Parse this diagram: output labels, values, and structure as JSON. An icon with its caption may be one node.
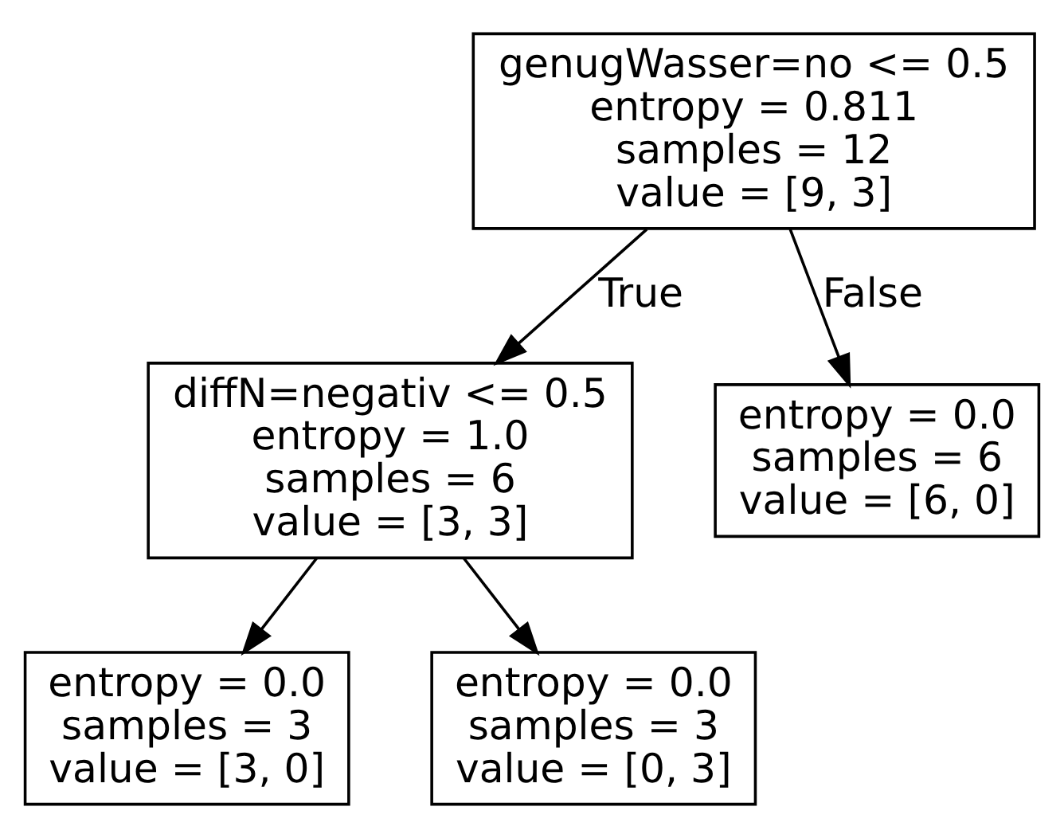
{
  "diagram": {
    "nodes": [
      {
        "text": [
          "genugWasser=no <= 0.5",
          "entropy = 0.811",
          "samples = 12",
          "value = [9, 3]"
        ]
      },
      {
        "text": [
          "diffN=negativ <= 0.5",
          "entropy = 1.0",
          "samples = 6",
          "value = [3, 3]"
        ]
      },
      {
        "text": [
          "entropy = 0.0",
          "samples = 6",
          "value = [6, 0]"
        ]
      },
      {
        "text": [
          "entropy = 0.0",
          "samples = 3",
          "value = [3, 0]"
        ]
      },
      {
        "text": [
          "entropy = 0.0",
          "samples = 3",
          "value = [0, 3]"
        ]
      }
    ],
    "edges": [
      {
        "from": 0,
        "to": 1,
        "arrow": "to",
        "label": "True"
      },
      {
        "from": 0,
        "to": 2,
        "arrow": "to",
        "label": "False"
      },
      {
        "from": 1,
        "to": 3,
        "arrow": "to"
      },
      {
        "from": 1,
        "to": 4,
        "arrow": "to"
      }
    ]
  }
}
